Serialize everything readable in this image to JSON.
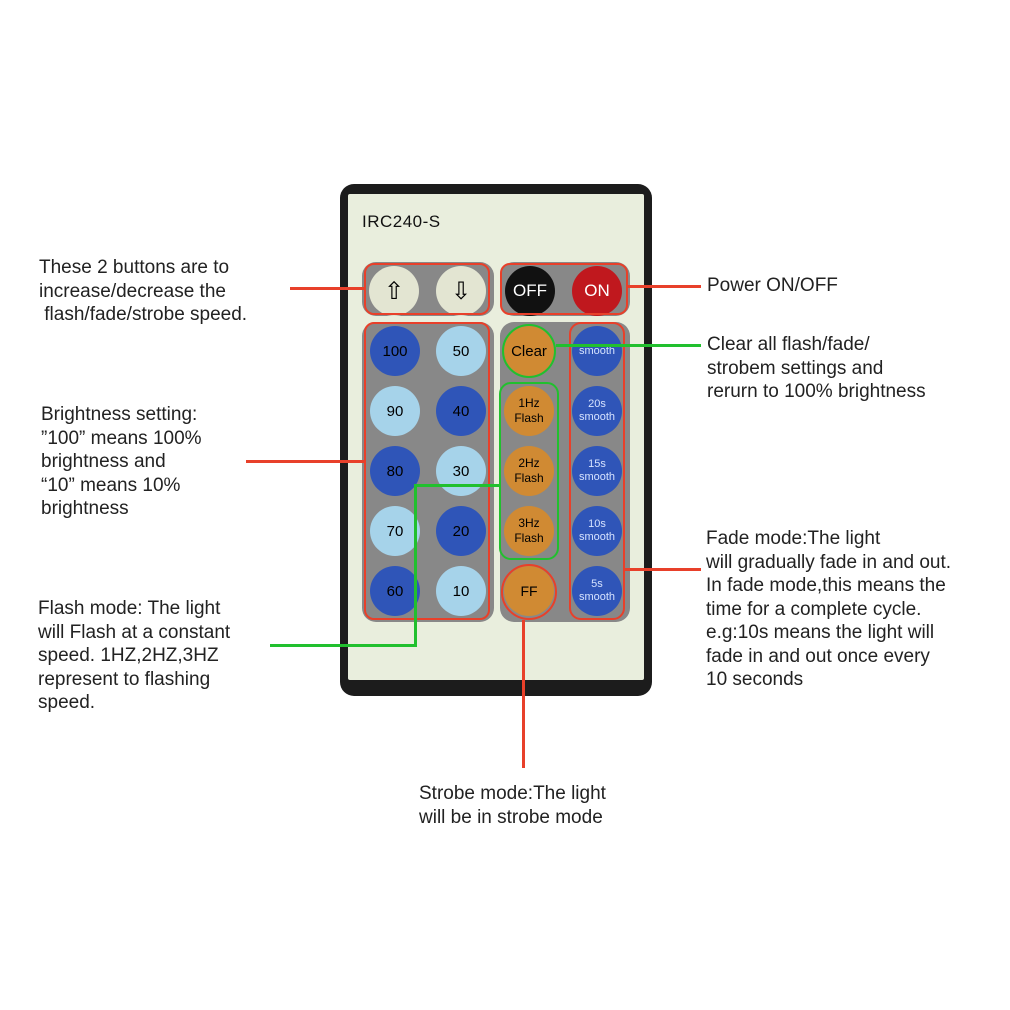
{
  "remote": {
    "model": "IRC240-S",
    "arrows": {
      "up_symbol": "⇧",
      "down_symbol": "⇩"
    },
    "power": {
      "off_label": "OFF",
      "on_label": "ON"
    },
    "brightness": [
      {
        "left": "100",
        "right": "50"
      },
      {
        "left": "90",
        "right": "40"
      },
      {
        "left": "80",
        "right": "30"
      },
      {
        "left": "70",
        "right": "20"
      },
      {
        "left": "60",
        "right": "10"
      }
    ],
    "clear_label": "Clear",
    "flash": [
      {
        "line1": "1Hz",
        "line2": "Flash"
      },
      {
        "line1": "2Hz",
        "line2": "Flash"
      },
      {
        "line1": "3Hz",
        "line2": "Flash"
      }
    ],
    "ff_label": "FF",
    "fade": [
      {
        "line1": "",
        "line2": "smooth"
      },
      {
        "line1": "20s",
        "line2": "smooth"
      },
      {
        "line1": "15s",
        "line2": "smooth"
      },
      {
        "line1": "10s",
        "line2": "smooth"
      },
      {
        "line1": "5s",
        "line2": "smooth"
      }
    ]
  },
  "annotations": {
    "speed": "These 2 buttons are to\nincrease/decrease the\n flash/fade/strobe speed.",
    "power": "Power ON/OFF",
    "clear": "Clear all flash/fade/\nstrobem settings and\nrerurn to 100% brightness",
    "brightness": "Brightness setting:\n”100” means 100%\nbrightness and\n“10” means 10%\nbrightness",
    "fade": "Fade mode:The light\nwill gradually fade in and out.\nIn fade mode,this means the\ntime for a complete cycle.\ne.g:10s means the light will\nfade in and out once every\n10 seconds",
    "flash": "Flash mode: The light\nwill Flash at a constant\nspeed. 1HZ,2HZ,3HZ\nrepresent to flashing\nspeed.",
    "strobe": "Strobe mode:The light\nwill be in strobe mode"
  },
  "colors": {
    "highlight_red": "#e8402a",
    "highlight_green": "#21c02e",
    "button_dark_blue": "#2f55b8",
    "button_light_blue": "#a6d3ea",
    "button_orange": "#d08a33",
    "power_on_red": "#c0181e"
  }
}
